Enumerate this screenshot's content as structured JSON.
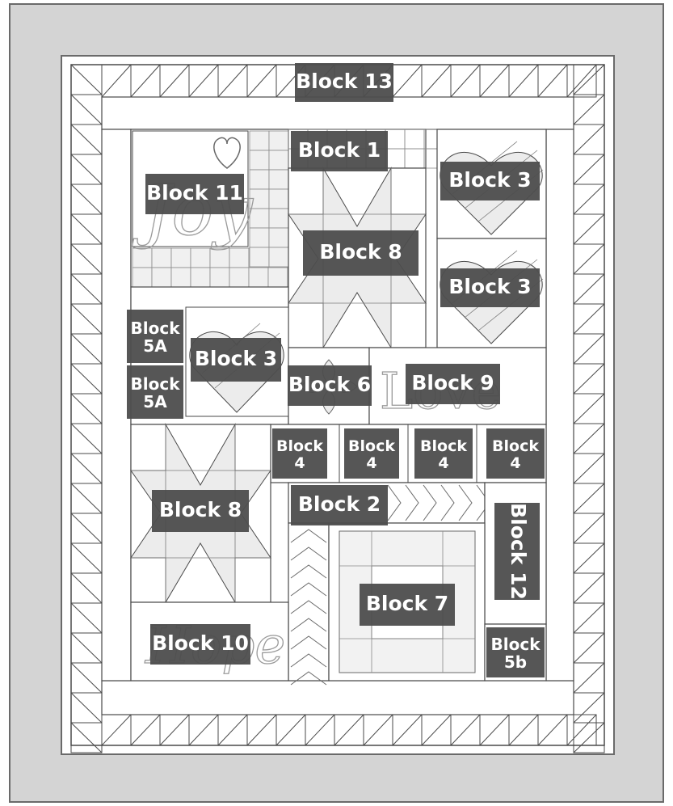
{
  "diagram": {
    "colors": {
      "border": "#d4d4d4",
      "border_line": "#6a6a6a",
      "quilt_background": "#ffffff",
      "seam": "#4a4a4a",
      "light_fill": "#e9e9e9",
      "label_box": "#4d4d4d",
      "label_text": "#ffffff",
      "script_text": "#c8c8c8"
    },
    "script_words": {
      "joy": "Joy",
      "love": "Love",
      "hope": "Hope"
    },
    "labels": {
      "block13": "Block 13",
      "block1": "Block 1",
      "block3_top": "Block 3",
      "block11": "Block 11",
      "block8_top": "Block 8",
      "block3_mid": "Block 3",
      "block5a_1": [
        "Block",
        "5A"
      ],
      "block5a_2": [
        "Block",
        "5A"
      ],
      "block3_left": "Block 3",
      "block6": "Block 6",
      "block9": "Block 9",
      "block4_1": [
        "Block",
        "4"
      ],
      "block4_2": [
        "Block",
        "4"
      ],
      "block4_3": [
        "Block",
        "4"
      ],
      "block4_4": [
        "Block",
        "4"
      ],
      "block8_bottom": "Block 8",
      "block2": "Block 2",
      "block12": "Block 12",
      "block7": "Block 7",
      "block10": "Block 10",
      "block5b": [
        "Block",
        "5b"
      ]
    }
  }
}
